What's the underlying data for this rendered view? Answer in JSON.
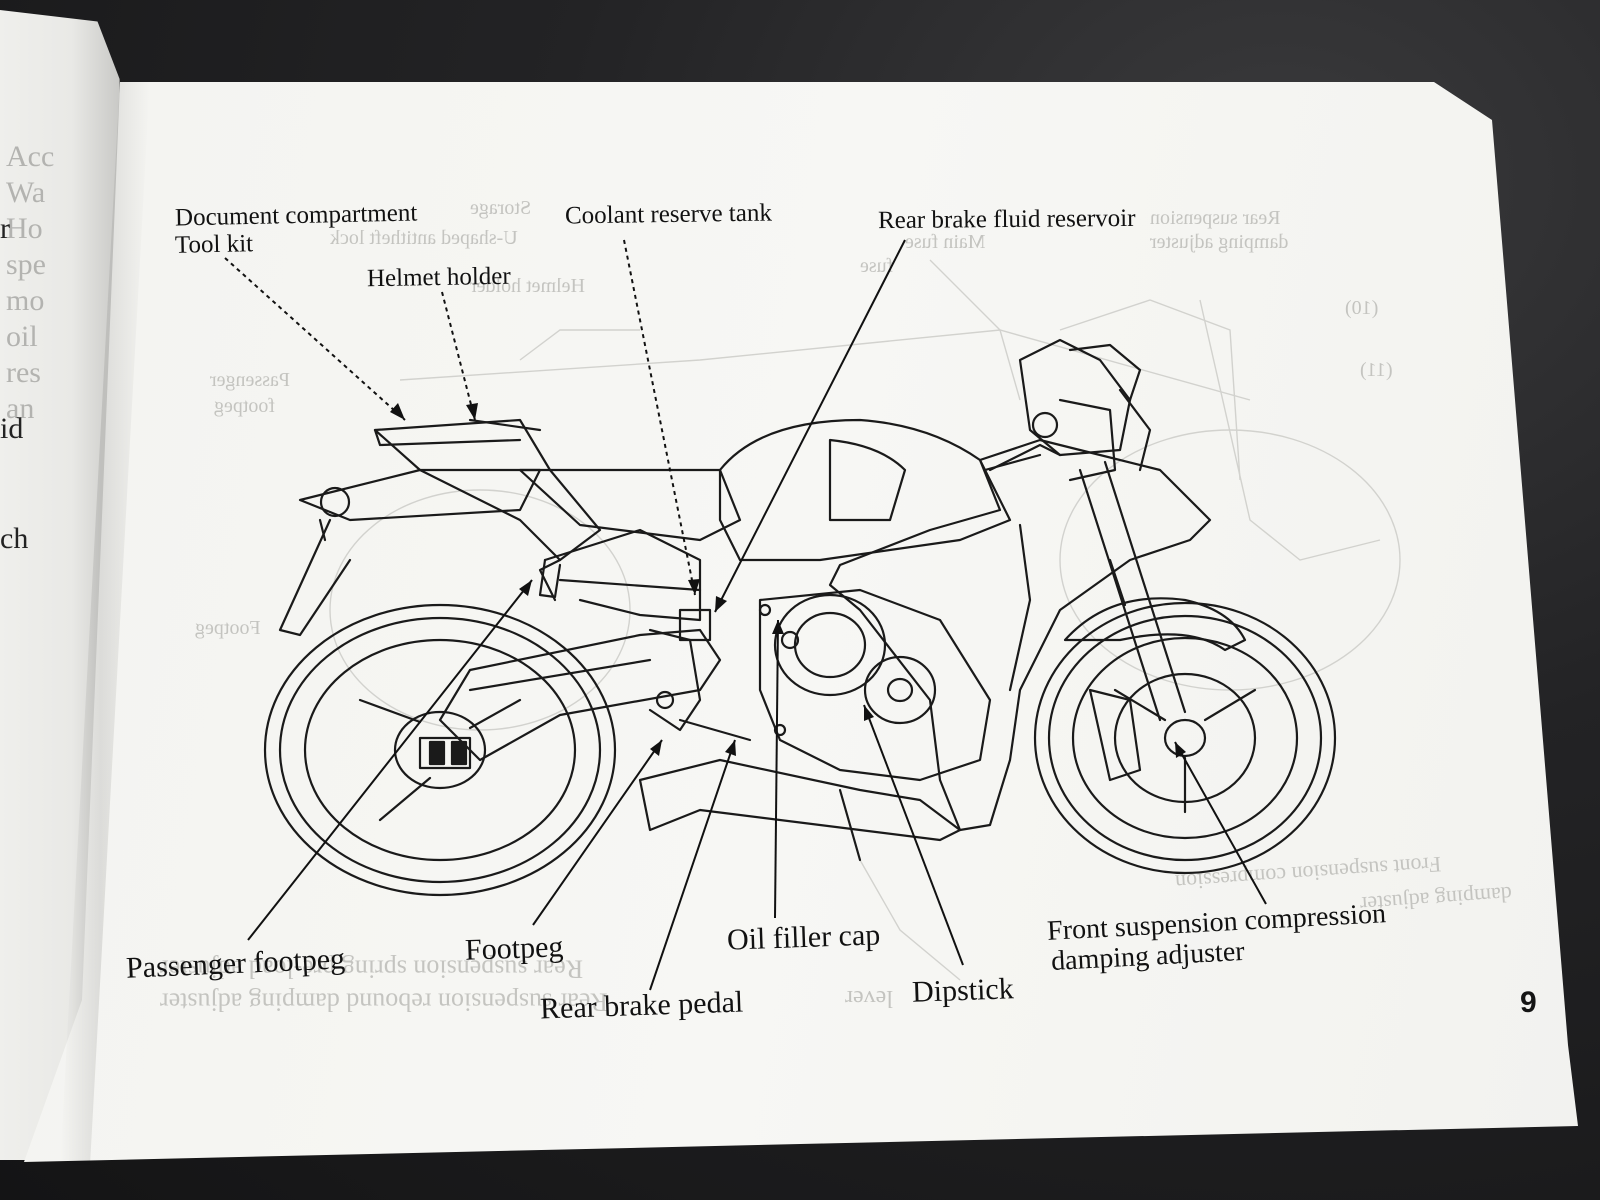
{
  "left_page": {
    "fragments": [
      "Acc",
      "Wa",
      "Ho",
      "spe",
      "mo",
      "oil",
      "res",
      "an",
      "id",
      "ch",
      "r"
    ]
  },
  "diagram": {
    "labels": {
      "document_compartment": "Document compartment",
      "tool_kit": "Tool kit",
      "helmet_holder": "Helmet holder",
      "coolant_reserve_tank": "Coolant reserve tank",
      "rear_brake_fluid_reservoir": "Rear brake fluid reservoir",
      "passenger_footpeg": "Passenger footpeg",
      "footpeg": "Footpeg",
      "rear_brake_pedal": "Rear brake pedal",
      "oil_filler_cap": "Oil filler cap",
      "dipstick": "Dipstick",
      "front_suspension_compression_1": "Front suspension compression",
      "front_suspension_compression_2": "damping adjuster"
    },
    "show_through": {
      "rear_suspension_damping_1": "Rear suspension",
      "rear_suspension_damping_2": "damping adjuster",
      "main_fuse_1": "Main fuse",
      "main_fuse_2": "fuse",
      "storage": "Storage",
      "u_shaped": "U-shaped antitheft lock",
      "helmet_holder_rev": "Helmet holder",
      "passenger_footpeg_rev_1": "Passenger",
      "passenger_footpeg_rev_2": "footpeg",
      "footpeg_rev": "Footpeg",
      "front_susp_rev_1": "Front suspension compression",
      "front_susp_rev_2": "damping adjuster",
      "rear_spring_1": "Rear suspension spring pre-load adjuster",
      "rear_spring_2": "Rear suspension rebound damping adjuster",
      "lever": "lever",
      "num_10": "(10)",
      "num_11": "(11)"
    }
  },
  "page_number": "9"
}
